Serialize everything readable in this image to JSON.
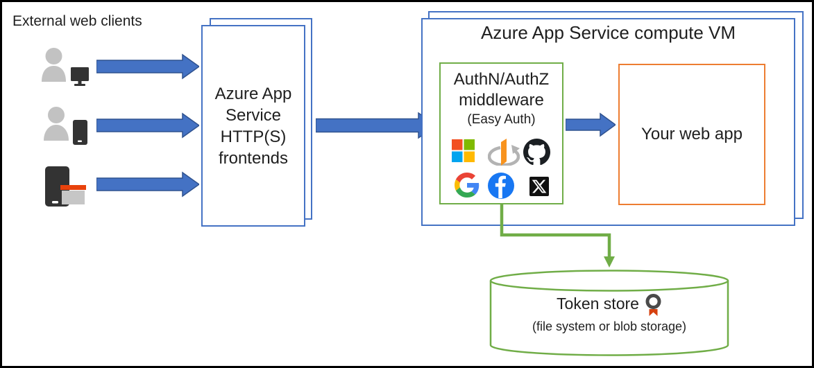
{
  "external_clients": {
    "label": "External web clients",
    "icons": [
      "user-desktop-icon",
      "user-phone-icon",
      "device-app-icon"
    ]
  },
  "frontends": {
    "lines": [
      "Azure App",
      "Service",
      "HTTP(S)",
      "frontends"
    ]
  },
  "compute_vm": {
    "title": "Azure App Service compute VM"
  },
  "middleware": {
    "name_line1": "AuthN/AuthZ",
    "name_line2": "middleware",
    "subtitle": "(Easy Auth)",
    "provider_icons": [
      "microsoft-icon",
      "openid-icon",
      "github-icon",
      "google-icon",
      "facebook-icon",
      "x-icon"
    ]
  },
  "web_app": {
    "label": "Your web app"
  },
  "token_store": {
    "title": "Token store",
    "subtitle": "(file system or blob storage)",
    "icon": "key-medal-icon"
  },
  "colors": {
    "box_blue": "#4472C4",
    "arrow_blue_fill": "#4472C4",
    "arrow_blue_edge": "#2F528F",
    "green": "#70AD47",
    "orange": "#ED7D31",
    "client_gray": "#C2C2C2",
    "device_dark": "#333333",
    "app_bar_red": "#E8420C",
    "medal_ribbon": "#D6410F",
    "facebook_blue": "#1877F2",
    "github_black": "#1B1F23",
    "openid_orange": "#F8931E",
    "microsoft_palette": [
      "#F25022",
      "#7FBA00",
      "#00A4EF",
      "#FFB900"
    ],
    "google_palette": [
      "#EA4335",
      "#4285F4",
      "#FBBC05",
      "#34A853"
    ]
  }
}
